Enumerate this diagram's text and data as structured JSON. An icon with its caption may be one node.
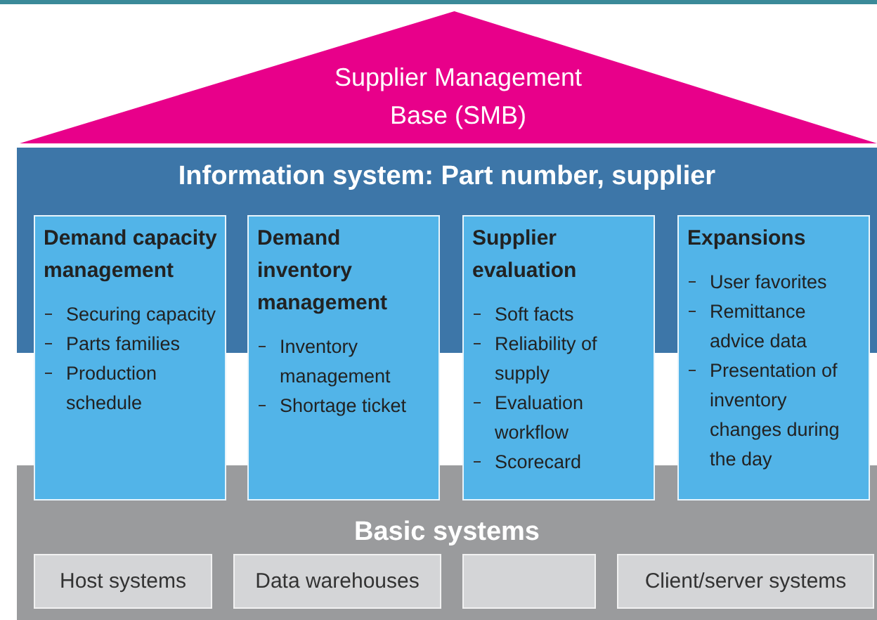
{
  "diagram": {
    "nodes": [
      {
        "text": [
          "Supplier Management Base (SMB)"
        ]
      },
      {
        "text": [
          "Information system: Part number, supplier"
        ]
      },
      {
        "text": [
          "Demand capacity management",
          "Securing capacity",
          "Parts families",
          "Production schedule"
        ]
      },
      {
        "text": [
          "Demand inventory management",
          "Inventory management",
          "Shortage ticket"
        ]
      },
      {
        "text": [
          "Supplier evaluation",
          "Soft facts",
          "Reliability of supply",
          "Evaluation workflow",
          "Scorecard"
        ]
      },
      {
        "text": [
          "Expansions",
          "User favorites",
          "Remittance advice data",
          "Presentation of inventory changes during the day"
        ]
      },
      {
        "text": [
          "Basic systems"
        ]
      },
      {
        "text": [
          "Host systems"
        ],
        "in": 6
      },
      {
        "text": [
          "Data warehouses"
        ],
        "in": 6
      },
      {
        "text": [],
        "shape": "box",
        "in": 6
      },
      {
        "text": [
          "Client/server systems"
        ],
        "in": 6
      }
    ]
  }
}
